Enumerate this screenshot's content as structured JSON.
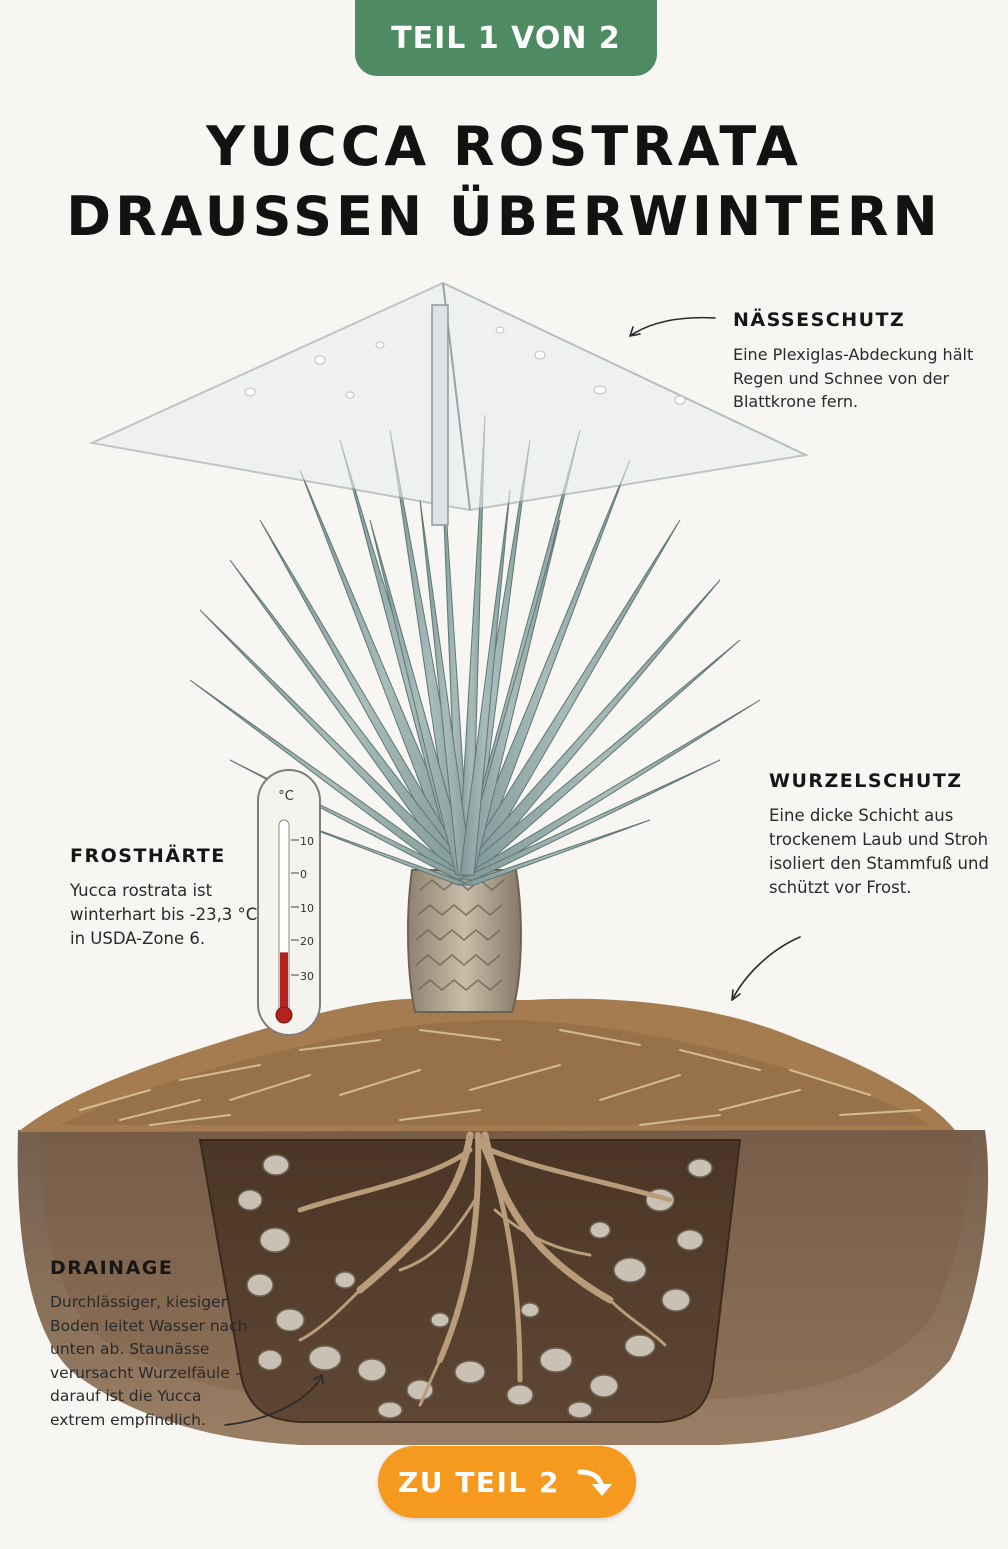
{
  "badge": "TEIL 1 VON 2",
  "title": {
    "line1": "YUCCA ROSTRATA",
    "line2": "DRAUSSEN ÜBERWINTERN"
  },
  "notes": {
    "wet": {
      "heading": "NÄSSESCHUTZ",
      "text": "Eine Plexiglas-Abdeckung hält Regen und Schnee von der Blattkrone fern."
    },
    "roots": {
      "heading": "WURZELSCHUTZ",
      "text": "Eine dicke Schicht aus trockenem Laub und Stroh isoliert den Stammfuß und schützt vor Frost."
    },
    "frost": {
      "heading": "FROSTHÄRTE",
      "text": "Yucca rostrata ist winterhart bis -23,3 °C in USDA-Zone 6."
    },
    "drainage": {
      "heading": "DRAINAGE",
      "text": "Durchlässiger, kiesiger Boden leitet Wasser nach unten ab. Staunässe verursacht Wurzelfäule – darauf ist die Yucca extrem empfindlich."
    }
  },
  "thermometer": {
    "unit": "°C",
    "ticks": [
      "10",
      "0",
      "10",
      "20",
      "30"
    ],
    "level_celsius": -23.3
  },
  "button": {
    "label": "ZU TEIL 2"
  },
  "colors": {
    "badge": "#4e8a62",
    "button": "#f5991f",
    "leaf": "#8ea7a6",
    "soil": "#6b4f37",
    "mulch": "#a47c4f"
  }
}
